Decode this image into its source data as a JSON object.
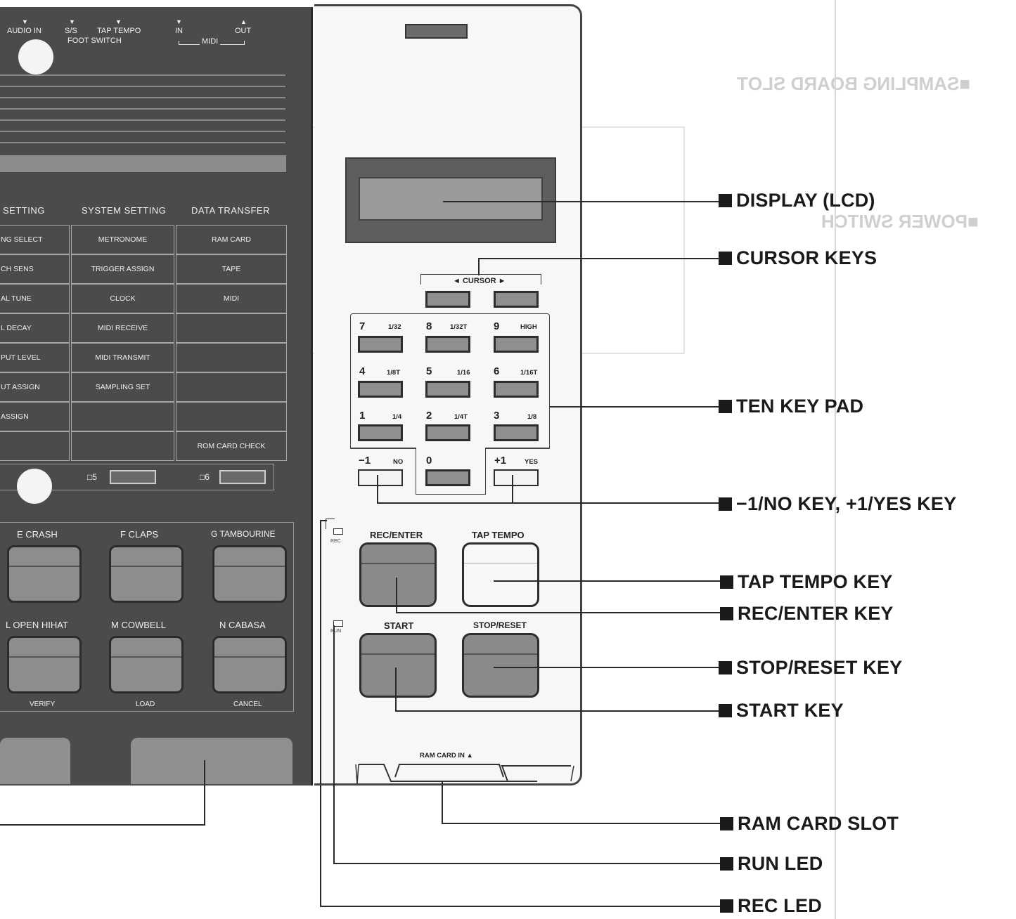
{
  "top_connectors": {
    "audio_in": "AUDIO IN",
    "ss": "S/S",
    "tap_tempo": "TAP TEMPO",
    "foot_switch": "FOOT SWITCH",
    "midi_in": "IN",
    "midi_out": "OUT",
    "midi": "MIDI",
    "arrow_down": "▼",
    "arrow_up": "▲"
  },
  "sections": {
    "setting_head": "SETTING",
    "system_head": "SYSTEM SETTING",
    "data_head": "DATA TRANSFER",
    "setting_items": [
      "NG SELECT",
      "CH SENS",
      "AL TUNE",
      "L DECAY",
      "PUT LEVEL",
      "UT ASSIGN",
      "ASSIGN",
      ""
    ],
    "system_items": [
      "METRONOME",
      "TRIGGER ASSIGN",
      "CLOCK",
      "MIDI RECEIVE",
      "MIDI TRANSMIT",
      "SAMPLING SET",
      "",
      ""
    ],
    "data_items": [
      "RAM CARD",
      "TAPE",
      "MIDI",
      "",
      "",
      "",
      "",
      "ROM CARD CHECK"
    ]
  },
  "mini_buttons": {
    "five": "□5",
    "six": "□6"
  },
  "pads": {
    "row1": [
      "E  CRASH",
      "F  CLAPS",
      "G  TAMBOURINE"
    ],
    "row2": [
      "L  OPEN HIHAT",
      "M  COWBELL",
      "N  CABASA"
    ],
    "row2_sub": [
      "VERIFY",
      "LOAD",
      "CANCEL"
    ]
  },
  "controls": {
    "cursor": "◄  CURSOR  ►",
    "keys": [
      {
        "num": "7",
        "sub": "1/32"
      },
      {
        "num": "8",
        "sub": "1/32T"
      },
      {
        "num": "9",
        "sub": "HIGH"
      },
      {
        "num": "4",
        "sub": "1/8T"
      },
      {
        "num": "5",
        "sub": "1/16"
      },
      {
        "num": "6",
        "sub": "1/16T"
      },
      {
        "num": "1",
        "sub": "1/4"
      },
      {
        "num": "2",
        "sub": "1/4T"
      },
      {
        "num": "3",
        "sub": "1/8"
      }
    ],
    "minus": "−1",
    "no": "NO",
    "zero": "0",
    "plus": "+1",
    "yes": "YES",
    "rec_enter": "REC/ENTER",
    "tap_tempo": "TAP TEMPO",
    "start": "START",
    "stop_reset": "STOP/RESET",
    "rec_led": "REC",
    "run_led": "RUN",
    "ram_card_in": "RAM CARD IN  ▲"
  },
  "callouts": {
    "display": "DISPLAY (LCD)",
    "cursor": "CURSOR KEYS",
    "ten_key": "TEN KEY PAD",
    "yes_no": "−1/NO KEY,  +1/YES KEY",
    "tap_tempo": "TAP TEMPO KEY",
    "rec_enter": "REC/ENTER KEY",
    "stop_reset": "STOP/RESET KEY",
    "start": "START KEY",
    "ram_slot": "RAM CARD SLOT",
    "run_led": "RUN LED",
    "rec_led": "REC LED"
  },
  "ghost": {
    "sampling": "■SAMPLING BOARD SLOT",
    "power": "■POWER SWITCH"
  }
}
